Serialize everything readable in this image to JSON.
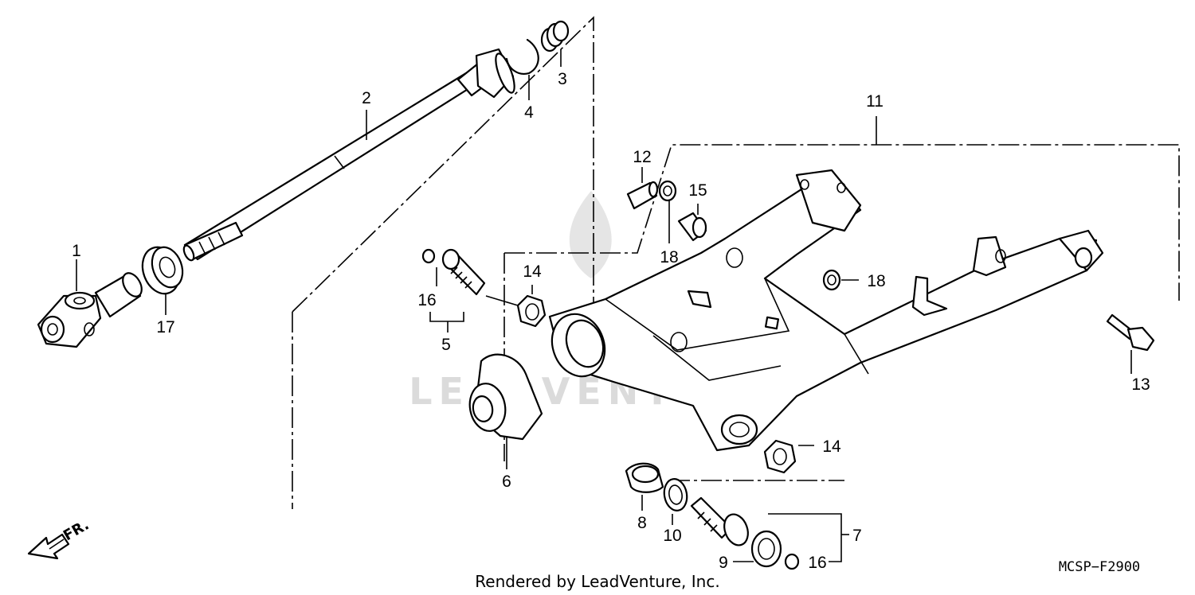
{
  "diagram": {
    "callouts": {
      "c1": "1",
      "c2": "2",
      "c3": "3",
      "c4": "4",
      "c5": "5",
      "c6": "6",
      "c7": "7",
      "c8": "8",
      "c9": "9",
      "c10": "10",
      "c11": "11",
      "c12": "12",
      "c13": "13",
      "c14a": "14",
      "c14b": "14",
      "c15": "15",
      "c16a": "16",
      "c16b": "16",
      "c17": "17",
      "c18a": "18",
      "c18b": "18"
    },
    "direction_label": "FR.",
    "diagram_code": "MCSP−F2900",
    "render_credit": "Rendered by LeadVenture, Inc.",
    "watermark": "LEADVENTURE"
  },
  "colors": {
    "line": "#000000",
    "stipple": "#9a9a9a",
    "background": "#ffffff",
    "watermark": "#d8d8d8"
  }
}
